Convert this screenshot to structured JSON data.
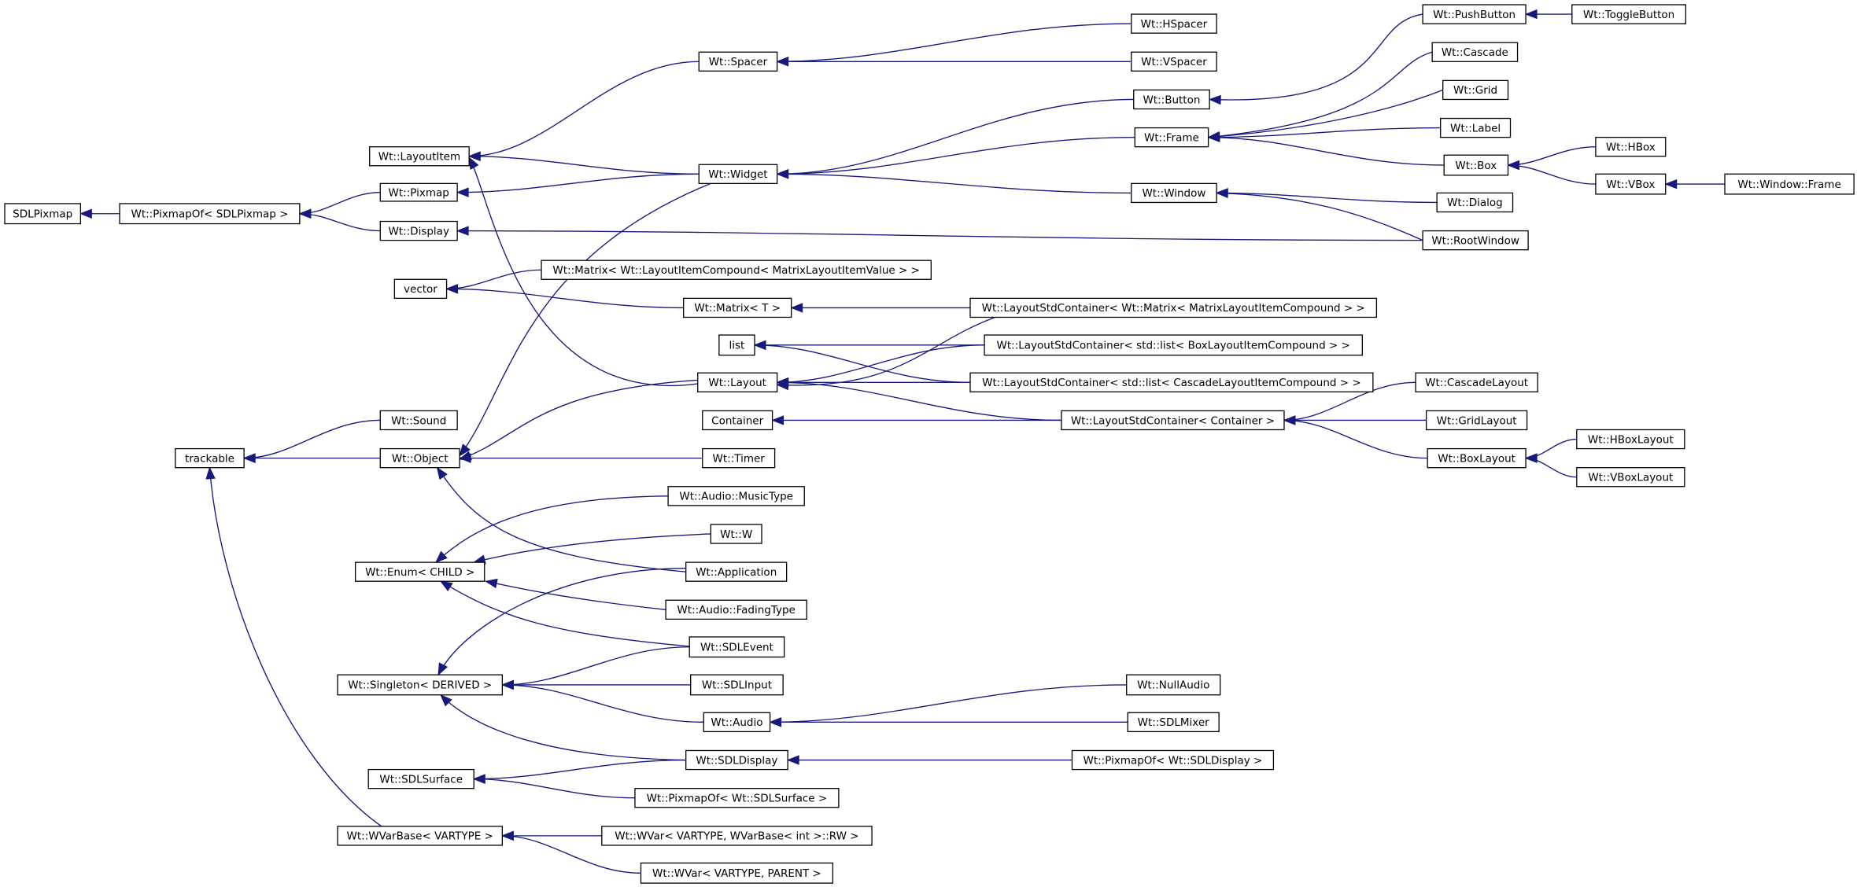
{
  "diagram": {
    "nodes": {
      "sdlpixmap": "SDLPixmap",
      "pixmapof_sdlpixmap": "Wt::PixmapOf< SDLPixmap >",
      "pixmap": "Wt::Pixmap",
      "display": "Wt::Display",
      "layoutitem": "Wt::LayoutItem",
      "spacer": "Wt::Spacer",
      "hspacer": "Wt::HSpacer",
      "vspacer": "Wt::VSpacer",
      "widget": "Wt::Widget",
      "button": "Wt::Button",
      "frame": "Wt::Frame",
      "window": "Wt::Window",
      "pushbutton": "Wt::PushButton",
      "togglebutton": "Wt::ToggleButton",
      "cascade": "Wt::Cascade",
      "grid": "Wt::Grid",
      "label": "Wt::Label",
      "box": "Wt::Box",
      "hbox": "Wt::HBox",
      "vbox": "Wt::VBox",
      "window_frame": "Wt::Window::Frame",
      "dialog": "Wt::Dialog",
      "rootwindow": "Wt::RootWindow",
      "vector": "vector",
      "matrix_compound": "Wt::Matrix< Wt::LayoutItemCompound< MatrixLayoutItemValue > >",
      "matrix_t": "Wt::Matrix< T >",
      "lsc_matrix": "Wt::LayoutStdContainer< Wt::Matrix< MatrixLayoutItemCompound > >",
      "list": "list",
      "lsc_list_box": "Wt::LayoutStdContainer< std::list< BoxLayoutItemCompound > >",
      "layout": "Wt::Layout",
      "lsc_list_cascade": "Wt::LayoutStdContainer< std::list< CascadeLayoutItemCompound > >",
      "container": "Container",
      "lsc_container": "Wt::LayoutStdContainer< Container >",
      "cascadelayout": "Wt::CascadeLayout",
      "gridlayout": "Wt::GridLayout",
      "boxlayout": "Wt::BoxLayout",
      "hboxlayout": "Wt::HBoxLayout",
      "vboxlayout": "Wt::VBoxLayout",
      "sound": "Wt::Sound",
      "trackable": "trackable",
      "object": "Wt::Object",
      "timer": "Wt::Timer",
      "musictype": "Wt::Audio::MusicType",
      "w": "Wt::W",
      "enum_child": "Wt::Enum< CHILD >",
      "application": "Wt::Application",
      "fadingtype": "Wt::Audio::FadingType",
      "sdlevent": "Wt::SDLEvent",
      "singleton": "Wt::Singleton< DERIVED >",
      "sdlinput": "Wt::SDLInput",
      "audio": "Wt::Audio",
      "nullaudio": "Wt::NullAudio",
      "sdlmixer": "Wt::SDLMixer",
      "sdldisplay": "Wt::SDLDisplay",
      "pixmapof_sdldisplay": "Wt::PixmapOf< Wt::SDLDisplay >",
      "sdlsurface": "Wt::SDLSurface",
      "pixmapof_sdlsurface": "Wt::PixmapOf< Wt::SDLSurface >",
      "wvarbase": "Wt::WVarBase< VARTYPE >",
      "wvar_rw": "Wt::WVar< VARTYPE, WVarBase< int >::RW >",
      "wvar_parent": "Wt::WVar< VARTYPE, PARENT >"
    },
    "edges": [
      [
        "pixmapof_sdlpixmap",
        "sdlpixmap"
      ],
      [
        "pixmap",
        "pixmapof_sdlpixmap"
      ],
      [
        "display",
        "pixmapof_sdlpixmap"
      ],
      [
        "spacer",
        "layoutitem"
      ],
      [
        "widget",
        "layoutitem"
      ],
      [
        "layout",
        "layoutitem"
      ],
      [
        "hspacer",
        "spacer"
      ],
      [
        "vspacer",
        "spacer"
      ],
      [
        "widget",
        "pixmap"
      ],
      [
        "button",
        "widget"
      ],
      [
        "frame",
        "widget"
      ],
      [
        "window",
        "widget"
      ],
      [
        "pushbutton",
        "button"
      ],
      [
        "togglebutton",
        "pushbutton"
      ],
      [
        "cascade",
        "frame"
      ],
      [
        "grid",
        "frame"
      ],
      [
        "label",
        "frame"
      ],
      [
        "box",
        "frame"
      ],
      [
        "hbox",
        "box"
      ],
      [
        "vbox",
        "box"
      ],
      [
        "window_frame",
        "vbox"
      ],
      [
        "dialog",
        "window"
      ],
      [
        "rootwindow",
        "window"
      ],
      [
        "rootwindow",
        "display"
      ],
      [
        "matrix_compound",
        "vector"
      ],
      [
        "matrix_t",
        "vector"
      ],
      [
        "lsc_matrix",
        "matrix_t"
      ],
      [
        "lsc_list_box",
        "list"
      ],
      [
        "lsc_list_cascade",
        "list"
      ],
      [
        "lsc_matrix",
        "layout"
      ],
      [
        "lsc_list_box",
        "layout"
      ],
      [
        "lsc_list_cascade",
        "layout"
      ],
      [
        "lsc_container",
        "layout"
      ],
      [
        "lsc_container",
        "container"
      ],
      [
        "cascadelayout",
        "lsc_container"
      ],
      [
        "gridlayout",
        "lsc_container"
      ],
      [
        "boxlayout",
        "lsc_container"
      ],
      [
        "hboxlayout",
        "boxlayout"
      ],
      [
        "vboxlayout",
        "boxlayout"
      ],
      [
        "sound",
        "trackable"
      ],
      [
        "object",
        "trackable"
      ],
      [
        "wvarbase",
        "trackable"
      ],
      [
        "widget",
        "object"
      ],
      [
        "layout",
        "object"
      ],
      [
        "timer",
        "object"
      ],
      [
        "application",
        "object"
      ],
      [
        "musictype",
        "enum_child"
      ],
      [
        "w",
        "enum_child"
      ],
      [
        "fadingtype",
        "enum_child"
      ],
      [
        "sdlevent",
        "enum_child"
      ],
      [
        "application",
        "singleton"
      ],
      [
        "sdlevent",
        "singleton"
      ],
      [
        "sdlinput",
        "singleton"
      ],
      [
        "audio",
        "singleton"
      ],
      [
        "sdldisplay",
        "singleton"
      ],
      [
        "nullaudio",
        "audio"
      ],
      [
        "sdlmixer",
        "audio"
      ],
      [
        "pixmapof_sdldisplay",
        "sdldisplay"
      ],
      [
        "sdldisplay",
        "sdlsurface"
      ],
      [
        "pixmapof_sdlsurface",
        "sdlsurface"
      ],
      [
        "wvar_rw",
        "wvarbase"
      ],
      [
        "wvar_parent",
        "wvarbase"
      ]
    ],
    "colors": {
      "edge": "#19197a",
      "node_border": "#000000",
      "background": "#ffffff"
    }
  }
}
